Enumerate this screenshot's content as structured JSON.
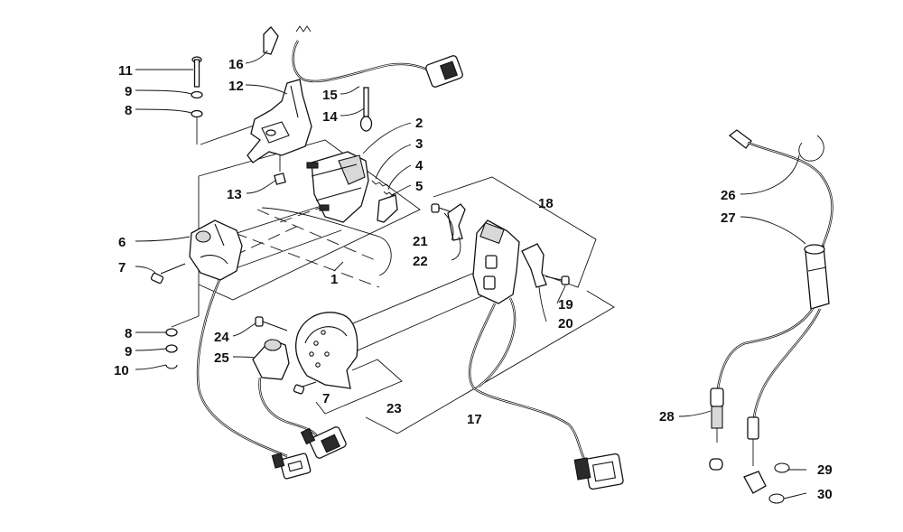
{
  "callouts": {
    "c1": "1",
    "c2": "2",
    "c3": "3",
    "c4": "4",
    "c5": "5",
    "c6": "6",
    "c7a": "7",
    "c7b": "7",
    "c8a": "8",
    "c8b": "8",
    "c9a": "9",
    "c9b": "9",
    "c10": "10",
    "c11": "11",
    "c12": "12",
    "c13": "13",
    "c14": "14",
    "c15": "15",
    "c16": "16",
    "c17": "17",
    "c18": "18",
    "c19": "19",
    "c20": "20",
    "c21": "21",
    "c22": "22",
    "c23": "23",
    "c24": "24",
    "c25": "25",
    "c26": "26",
    "c27": "27",
    "c28": "28",
    "c29": "29",
    "c30": "30"
  }
}
